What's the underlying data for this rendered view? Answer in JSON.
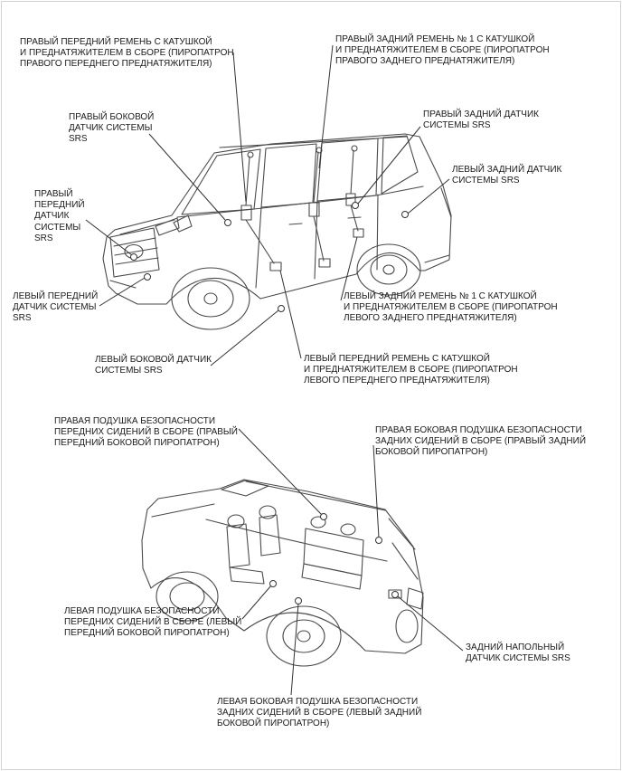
{
  "colors": {
    "background": "#ffffff",
    "diagram_line": "#4a4a4a",
    "leader_line": "#333333",
    "label_text": "#1a1a1a",
    "border": "#d2d2d2"
  },
  "labels": {
    "front_right_belt": "ПРАВЫЙ ПЕРЕДНИЙ РЕМЕНЬ С КАТУШКОЙ\nИ ПРЕДНАТЯЖИТЕЛЕМ В СБОРЕ (ПИРОПАТРОН\nПРАВОГО ПЕРЕДНЕГО ПРЕДНАТЯЖИТЕЛЯ)",
    "rear_right_belt": "ПРАВЫЙ ЗАДНИЙ РЕМЕНЬ № 1 С КАТУШКОЙ\nИ ПРЕДНАТЯЖИТЕЛЕМ В СБОРЕ (ПИРОПАТРОН\nПРАВОГО ЗАДНЕГО ПРЕДНАТЯЖИТЕЛЯ)",
    "right_side_sensor": "ПРАВЫЙ БОКОВОЙ\nДАТЧИК СИСТЕМЫ\nSRS",
    "rear_right_sensor": "ПРАВЫЙ ЗАДНИЙ ДАТЧИК\nСИСТЕМЫ SRS",
    "rear_left_sensor": "ЛЕВЫЙ ЗАДНИЙ ДАТЧИК\nСИСТЕМЫ SRS",
    "front_right_sensor": "ПРАВЫЙ\nПЕРЕДНИЙ\nДАТЧИК\nСИСТЕМЫ\nSRS",
    "front_left_sensor": "ЛЕВЫЙ ПЕРЕДНИЙ\nДАТЧИК СИСТЕМЫ\nSRS",
    "left_side_sensor": "ЛЕВЫЙ БОКОВОЙ ДАТЧИК\nСИСТЕМЫ SRS",
    "rear_left_belt": "ЛЕВЫЙ ЗАДНИЙ РЕМЕНЬ № 1 С КАТУШКОЙ\nИ ПРЕДНАТЯЖИТЕЛЕМ В СБОРЕ (ПИРОПАТРОН\nЛЕВОГО ЗАДНЕГО ПРЕДНАТЯЖИТЕЛЯ)",
    "front_left_belt": "ЛЕВЫЙ ПЕРЕДНИЙ РЕМЕНЬ С КАТУШКОЙ\nИ ПРЕДНАТЯЖИТЕЛЕМ В СБОРЕ (ПИРОПАТРОН\nЛЕВОГО ПЕРЕДНЕГО ПРЕДНАТЯЖИТЕЛЯ)",
    "front_right_seat_airbag": "ПРАВАЯ ПОДУШКА БЕЗОПАСНОСТИ\nПЕРЕДНИХ СИДЕНИЙ В СБОРЕ (ПРАВЫЙ\nПЕРЕДНИЙ БОКОВОЙ ПИРОПАТРОН)",
    "rear_right_seat_airbag": "ПРАВАЯ БОКОВАЯ ПОДУШКА БЕЗОПАСНОСТИ\nЗАДНИХ СИДЕНИЙ В СБОРЕ (ПРАВЫЙ ЗАДНИЙ\nБОКОВОЙ ПИРОПАТРОН)",
    "front_left_seat_airbag": "ЛЕВАЯ ПОДУШКА БЕЗОПАСНОСТИ\nПЕРЕДНИХ СИДЕНИЙ В СБОРЕ (ЛЕВЫЙ\nПЕРЕДНИЙ БОКОВОЙ ПИРОПАТРОН)",
    "rear_floor_sensor": "ЗАДНИЙ НАПОЛЬНЫЙ\nДАТЧИК СИСТЕМЫ SRS",
    "rear_left_seat_airbag": "ЛЕВАЯ БОКОВАЯ ПОДУШКА БЕЗОПАСНОСТИ\nЗАДНИХ СИДЕНИЙ В СБОРЕ (ЛЕВЫЙ ЗАДНИЙ\nБОКОВОЙ ПИРОПАТРОН)"
  }
}
